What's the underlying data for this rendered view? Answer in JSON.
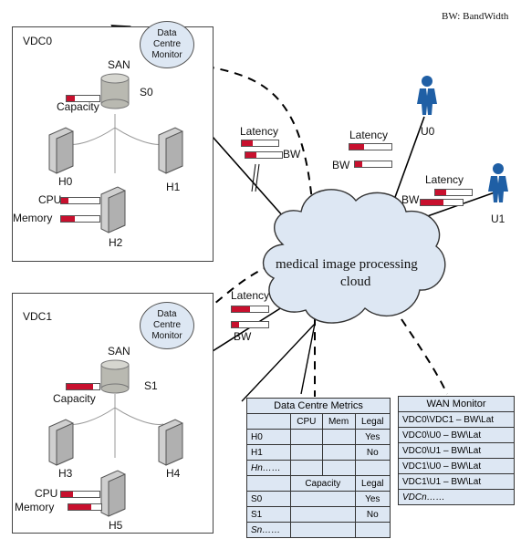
{
  "legend_note": "BW: BandWidth",
  "cloud_label_1": "medical image processing",
  "cloud_label_2": "cloud",
  "vdc0": {
    "name": "VDC0",
    "monitor": [
      "Data",
      "Centre",
      "Monitor"
    ],
    "san": "SAN",
    "storage": "S0",
    "capacity": "Capacity",
    "hosts": [
      "H0",
      "H1",
      "H2"
    ],
    "cpu": "CPU",
    "memory": "Memory",
    "link_latency": "Latency",
    "link_bw": "BW",
    "meters": {
      "capacity": 0.25,
      "cpu": 0.2,
      "memory": 0.35,
      "latency": 0.3,
      "bw": 0.3
    }
  },
  "vdc1": {
    "name": "VDC1",
    "monitor": [
      "Data",
      "Centre",
      "Monitor"
    ],
    "san": "SAN",
    "storage": "S1",
    "capacity": "Capacity",
    "hosts": [
      "H3",
      "H4",
      "H5"
    ],
    "cpu": "CPU",
    "memory": "Memory",
    "link_latency": "Latency",
    "link_bw": "BW",
    "meters": {
      "capacity": 0.8,
      "cpu": 0.3,
      "memory": 0.7,
      "latency": 0.5,
      "bw": 0.2
    }
  },
  "users": {
    "u0": {
      "name": "U0",
      "latency": "Latency",
      "bw": "BW",
      "meters": {
        "latency": 0.35,
        "bw": 0.2
      }
    },
    "u1": {
      "name": "U1",
      "latency": "Latency",
      "bw": "BW",
      "meters": {
        "latency": 0.3,
        "bw": 0.55
      }
    }
  },
  "dc_metrics": {
    "title": "Data Centre Metrics",
    "host_headers": [
      "",
      "CPU",
      "Mem",
      "Legal"
    ],
    "host_rows": [
      [
        "H0",
        "",
        "",
        "Yes"
      ],
      [
        "H1",
        "",
        "",
        "No"
      ],
      [
        "Hn……",
        "",
        "",
        ""
      ]
    ],
    "storage_headers": [
      "",
      "Capacity",
      "Legal"
    ],
    "storage_rows": [
      [
        "S0",
        "",
        "Yes"
      ],
      [
        "S1",
        "",
        "No"
      ],
      [
        "Sn……",
        "",
        ""
      ]
    ]
  },
  "wan_monitor": {
    "title": "WAN Monitor",
    "rows": [
      "VDC0\\VDC1 – BW\\Lat",
      "VDC0\\U0 – BW\\Lat",
      "VDC0\\U1 – BW\\Lat",
      "VDC1\\U0 – BW\\Lat",
      "VDC1\\U1 – BW\\Lat",
      "VDCn……"
    ]
  },
  "colors": {
    "accent_red": "#c8102e",
    "monitor_fill": "#dde7f3",
    "user_blue": "#1f5fa5",
    "server_gray": "#c9c9c9"
  }
}
